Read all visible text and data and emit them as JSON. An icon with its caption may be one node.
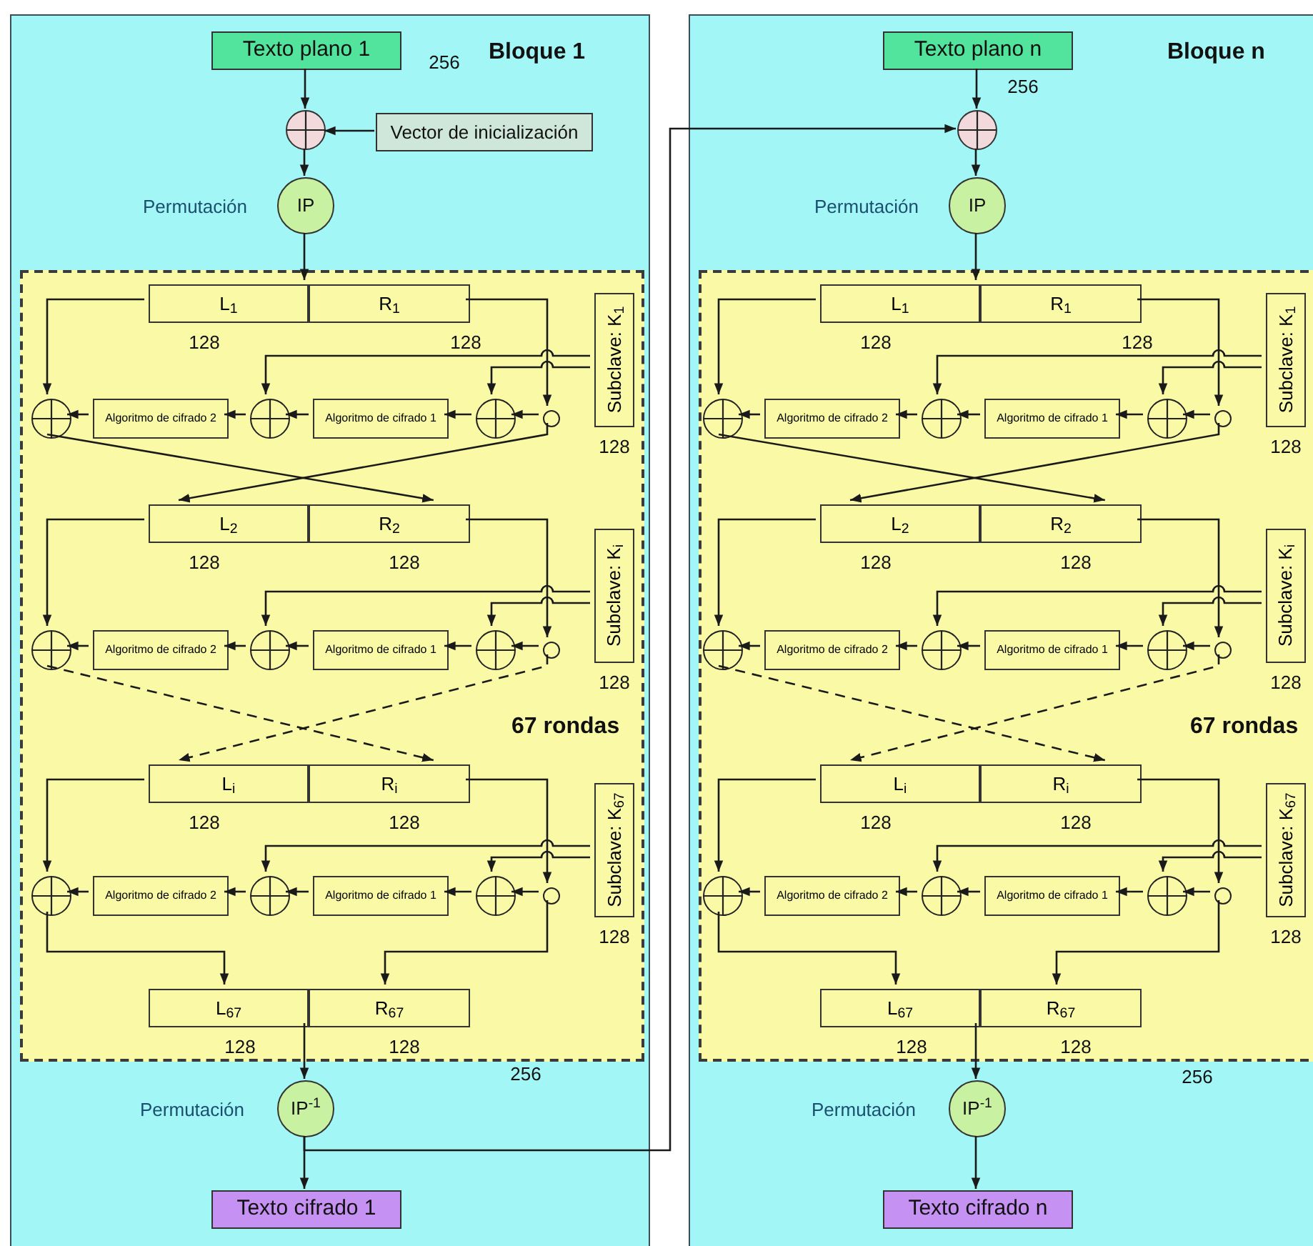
{
  "diagram": {
    "nodes": [
      {
        "text": [
          "Bloque 1"
        ]
      },
      {
        "text": [
          "Texto plano 1"
        ],
        "in": 0,
        "beside": [
          "256"
        ]
      },
      {
        "text": [],
        "shape": "circle",
        "in": 0
      },
      {
        "text": [
          "Vector de inicialización"
        ],
        "in": 0
      },
      {
        "text": [
          "IP"
        ],
        "in": 0,
        "beside": [
          "Permutación"
        ]
      },
      {
        "text": [
          "67 rondas"
        ],
        "in": 0
      },
      {
        "text": [
          "L$_{1}$"
        ],
        "in": 5,
        "beside": [
          "128"
        ]
      },
      {
        "text": [
          "R$_{1}$"
        ],
        "in": 5,
        "beside": [
          "128"
        ]
      },
      {
        "text": [],
        "shape": "circle",
        "in": 5
      },
      {
        "text": [
          "Algoritmo de cifrado 2"
        ],
        "in": 5
      },
      {
        "text": [],
        "shape": "circle",
        "in": 5
      },
      {
        "text": [
          "Algoritmo de cifrado 1"
        ],
        "in": 5
      },
      {
        "text": [],
        "shape": "circle",
        "in": 5
      },
      {
        "text": [],
        "shape": "circle",
        "in": 5
      },
      {
        "text": [
          "Subclave: K$_{1}$"
        ],
        "in": 5,
        "beside": [
          "128"
        ]
      },
      {
        "text": [
          "L$_{2}$"
        ],
        "in": 5,
        "beside": [
          "128"
        ]
      },
      {
        "text": [
          "R$_{2}$"
        ],
        "in": 5,
        "beside": [
          "128"
        ]
      },
      {
        "text": [],
        "shape": "circle",
        "in": 5
      },
      {
        "text": [
          "Algoritmo de cifrado 2"
        ],
        "in": 5
      },
      {
        "text": [],
        "shape": "circle",
        "in": 5
      },
      {
        "text": [
          "Algoritmo de cifrado 1"
        ],
        "in": 5
      },
      {
        "text": [],
        "shape": "circle",
        "in": 5
      },
      {
        "text": [],
        "shape": "circle",
        "in": 5
      },
      {
        "text": [
          "Subclave: K$_{i}$"
        ],
        "in": 5,
        "beside": [
          "128"
        ]
      },
      {
        "text": [
          "L$_{i}$"
        ],
        "in": 5,
        "beside": [
          "128"
        ]
      },
      {
        "text": [
          "R$_{i}$"
        ],
        "in": 5,
        "beside": [
          "128"
        ]
      },
      {
        "text": [],
        "shape": "circle",
        "in": 5
      },
      {
        "text": [
          "Algoritmo de cifrado 2"
        ],
        "in": 5
      },
      {
        "text": [],
        "shape": "circle",
        "in": 5
      },
      {
        "text": [
          "Algoritmo de cifrado 1"
        ],
        "in": 5
      },
      {
        "text": [],
        "shape": "circle",
        "in": 5
      },
      {
        "text": [],
        "shape": "circle",
        "in": 5
      },
      {
        "text": [
          "Subclave: K$_{67}$"
        ],
        "in": 5,
        "beside": [
          "128"
        ]
      },
      {
        "text": [
          "L$_{67}$"
        ],
        "in": 5,
        "beside": [
          "128"
        ]
      },
      {
        "text": [
          "R$_{67}$"
        ],
        "in": 5,
        "beside": [
          "128"
        ]
      },
      {
        "text": [
          "IP$^{-1}$"
        ],
        "in": 0,
        "beside": [
          "Permutación"
        ]
      },
      {
        "text": [
          "Texto cifrado 1"
        ],
        "in": 0
      },
      {
        "text": [
          "Bloque n"
        ]
      },
      {
        "text": [
          "Texto plano n"
        ],
        "in": 37,
        "beside": [
          "256"
        ]
      },
      {
        "text": [],
        "shape": "circle",
        "in": 37
      },
      {
        "text": [
          "IP"
        ],
        "in": 37,
        "beside": [
          "Permutación"
        ]
      },
      {
        "text": [
          "67 rondas"
        ],
        "in": 37
      },
      {
        "text": [
          "L$_{1}$"
        ],
        "in": 41,
        "beside": [
          "128"
        ]
      },
      {
        "text": [
          "R$_{1}$"
        ],
        "in": 41,
        "beside": [
          "128"
        ]
      },
      {
        "text": [],
        "shape": "circle",
        "in": 41
      },
      {
        "text": [
          "Algoritmo de cifrado 2"
        ],
        "in": 41
      },
      {
        "text": [],
        "shape": "circle",
        "in": 41
      },
      {
        "text": [
          "Algoritmo de cifrado 1"
        ],
        "in": 41
      },
      {
        "text": [],
        "shape": "circle",
        "in": 41
      },
      {
        "text": [],
        "shape": "circle",
        "in": 41
      },
      {
        "text": [
          "Subclave: K$_{1}$"
        ],
        "in": 41,
        "beside": [
          "128"
        ]
      },
      {
        "text": [
          "L$_{2}$"
        ],
        "in": 41,
        "beside": [
          "128"
        ]
      },
      {
        "text": [
          "R$_{2}$"
        ],
        "in": 41,
        "beside": [
          "128"
        ]
      },
      {
        "text": [],
        "shape": "circle",
        "in": 41
      },
      {
        "text": [
          "Algoritmo de cifrado 2"
        ],
        "in": 41
      },
      {
        "text": [],
        "shape": "circle",
        "in": 41
      },
      {
        "text": [
          "Algoritmo de cifrado 1"
        ],
        "in": 41
      },
      {
        "text": [],
        "shape": "circle",
        "in": 41
      },
      {
        "text": [],
        "shape": "circle",
        "in": 41
      },
      {
        "text": [
          "Subclave: K$_{i}$"
        ],
        "in": 41,
        "beside": [
          "128"
        ]
      },
      {
        "text": [
          "L$_{i}$"
        ],
        "in": 41,
        "beside": [
          "128"
        ]
      },
      {
        "text": [
          "R$_{i}$"
        ],
        "in": 41,
        "beside": [
          "128"
        ]
      },
      {
        "text": [],
        "shape": "circle",
        "in": 41
      },
      {
        "text": [
          "Algoritmo de cifrado 2"
        ],
        "in": 41
      },
      {
        "text": [],
        "shape": "circle",
        "in": 41
      },
      {
        "text": [
          "Algoritmo de cifrado 1"
        ],
        "in": 41
      },
      {
        "text": [],
        "shape": "circle",
        "in": 41
      },
      {
        "text": [],
        "shape": "circle",
        "in": 41
      },
      {
        "text": [
          "Subclave: K$_{67}$"
        ],
        "in": 41,
        "beside": [
          "128"
        ]
      },
      {
        "text": [
          "L$_{67}$"
        ],
        "in": 41,
        "beside": [
          "128"
        ]
      },
      {
        "text": [
          "R$_{67}$"
        ],
        "in": 41,
        "beside": [
          "128"
        ]
      },
      {
        "text": [
          "IP$^{-1}$"
        ],
        "in": 37,
        "beside": [
          "Permutación"
        ]
      },
      {
        "text": [
          "Texto cifrado n"
        ],
        "in": 37
      }
    ],
    "edges": [
      {
        "from": 1,
        "to": 2,
        "arrow": "to"
      },
      {
        "from": 3,
        "to": 2,
        "arrow": "to"
      },
      {
        "from": 2,
        "to": 4,
        "arrow": "to"
      },
      {
        "from": 4,
        "to": 6,
        "arrow": "to"
      },
      {
        "from": 6,
        "to": 8,
        "arrow": "to"
      },
      {
        "from": 7,
        "to": 13,
        "arrow": "to"
      },
      {
        "from": 13,
        "to": 12,
        "arrow": "to"
      },
      {
        "from": 12,
        "to": 11,
        "arrow": "to"
      },
      {
        "from": 11,
        "to": 10,
        "arrow": "to"
      },
      {
        "from": 10,
        "to": 9,
        "arrow": "to"
      },
      {
        "from": 9,
        "to": 8,
        "arrow": "to"
      },
      {
        "from": 14,
        "to": 10,
        "arrow": "to"
      },
      {
        "from": 14,
        "to": 12,
        "arrow": "to"
      },
      {
        "from": 8,
        "to": 16,
        "arrow": "to"
      },
      {
        "from": 13,
        "to": 15,
        "arrow": "to"
      },
      {
        "from": 15,
        "to": 17,
        "arrow": "to"
      },
      {
        "from": 16,
        "to": 22,
        "arrow": "to"
      },
      {
        "from": 22,
        "to": 21,
        "arrow": "to"
      },
      {
        "from": 21,
        "to": 20,
        "arrow": "to"
      },
      {
        "from": 20,
        "to": 19,
        "arrow": "to"
      },
      {
        "from": 19,
        "to": 18,
        "arrow": "to"
      },
      {
        "from": 18,
        "to": 17,
        "arrow": "to"
      },
      {
        "from": 23,
        "to": 19,
        "arrow": "to"
      },
      {
        "from": 23,
        "to": 21,
        "arrow": "to"
      },
      {
        "from": 17,
        "to": 25,
        "arrow": "to",
        "style": "dashed"
      },
      {
        "from": 22,
        "to": 24,
        "arrow": "to",
        "style": "dashed"
      },
      {
        "from": 24,
        "to": 26,
        "arrow": "to"
      },
      {
        "from": 25,
        "to": 31,
        "arrow": "to"
      },
      {
        "from": 31,
        "to": 30,
        "arrow": "to"
      },
      {
        "from": 30,
        "to": 29,
        "arrow": "to"
      },
      {
        "from": 29,
        "to": 28,
        "arrow": "to"
      },
      {
        "from": 28,
        "to": 27,
        "arrow": "to"
      },
      {
        "from": 27,
        "to": 26,
        "arrow": "to"
      },
      {
        "from": 32,
        "to": 28,
        "arrow": "to"
      },
      {
        "from": 32,
        "to": 30,
        "arrow": "to"
      },
      {
        "from": 26,
        "to": 33,
        "arrow": "to"
      },
      {
        "from": 31,
        "to": 34,
        "arrow": "to"
      },
      {
        "from": 33,
        "to": 35,
        "arrow": "to"
      },
      {
        "from": 35,
        "to": 36,
        "arrow": "to"
      },
      {
        "from": 35,
        "to": 39,
        "arrow": "to"
      },
      {
        "from": 38,
        "to": 39,
        "arrow": "to"
      },
      {
        "from": 39,
        "to": 40,
        "arrow": "to"
      },
      {
        "from": 40,
        "to": 42,
        "arrow": "to"
      },
      {
        "from": 42,
        "to": 44,
        "arrow": "to"
      },
      {
        "from": 43,
        "to": 49,
        "arrow": "to"
      },
      {
        "from": 49,
        "to": 48,
        "arrow": "to"
      },
      {
        "from": 48,
        "to": 47,
        "arrow": "to"
      },
      {
        "from": 47,
        "to": 46,
        "arrow": "to"
      },
      {
        "from": 46,
        "to": 45,
        "arrow": "to"
      },
      {
        "from": 45,
        "to": 44,
        "arrow": "to"
      },
      {
        "from": 50,
        "to": 46,
        "arrow": "to"
      },
      {
        "from": 50,
        "to": 48,
        "arrow": "to"
      },
      {
        "from": 44,
        "to": 52,
        "arrow": "to"
      },
      {
        "from": 49,
        "to": 51,
        "arrow": "to"
      },
      {
        "from": 51,
        "to": 53,
        "arrow": "to"
      },
      {
        "from": 52,
        "to": 58,
        "arrow": "to"
      },
      {
        "from": 58,
        "to": 57,
        "arrow": "to"
      },
      {
        "from": 57,
        "to": 56,
        "arrow": "to"
      },
      {
        "from": 56,
        "to": 55,
        "arrow": "to"
      },
      {
        "from": 55,
        "to": 54,
        "arrow": "to"
      },
      {
        "from": 54,
        "to": 53,
        "arrow": "to"
      },
      {
        "from": 59,
        "to": 55,
        "arrow": "to"
      },
      {
        "from": 59,
        "to": 57,
        "arrow": "to"
      },
      {
        "from": 53,
        "to": 61,
        "arrow": "to",
        "style": "dashed"
      },
      {
        "from": 58,
        "to": 60,
        "arrow": "to",
        "style": "dashed"
      },
      {
        "from": 60,
        "to": 62,
        "arrow": "to"
      },
      {
        "from": 61,
        "to": 67,
        "arrow": "to"
      },
      {
        "from": 67,
        "to": 66,
        "arrow": "to"
      },
      {
        "from": 66,
        "to": 65,
        "arrow": "to"
      },
      {
        "from": 65,
        "to": 64,
        "arrow": "to"
      },
      {
        "from": 64,
        "to": 63,
        "arrow": "to"
      },
      {
        "from": 63,
        "to": 62,
        "arrow": "to"
      },
      {
        "from": 68,
        "to": 64,
        "arrow": "to"
      },
      {
        "from": 68,
        "to": 66,
        "arrow": "to"
      },
      {
        "from": 62,
        "to": 69,
        "arrow": "to"
      },
      {
        "from": 67,
        "to": 70,
        "arrow": "to"
      },
      {
        "from": 69,
        "to": 71,
        "arrow": "to"
      },
      {
        "from": 71,
        "to": 72,
        "arrow": "to"
      }
    ],
    "labels": [
      "256",
      "256"
    ]
  }
}
